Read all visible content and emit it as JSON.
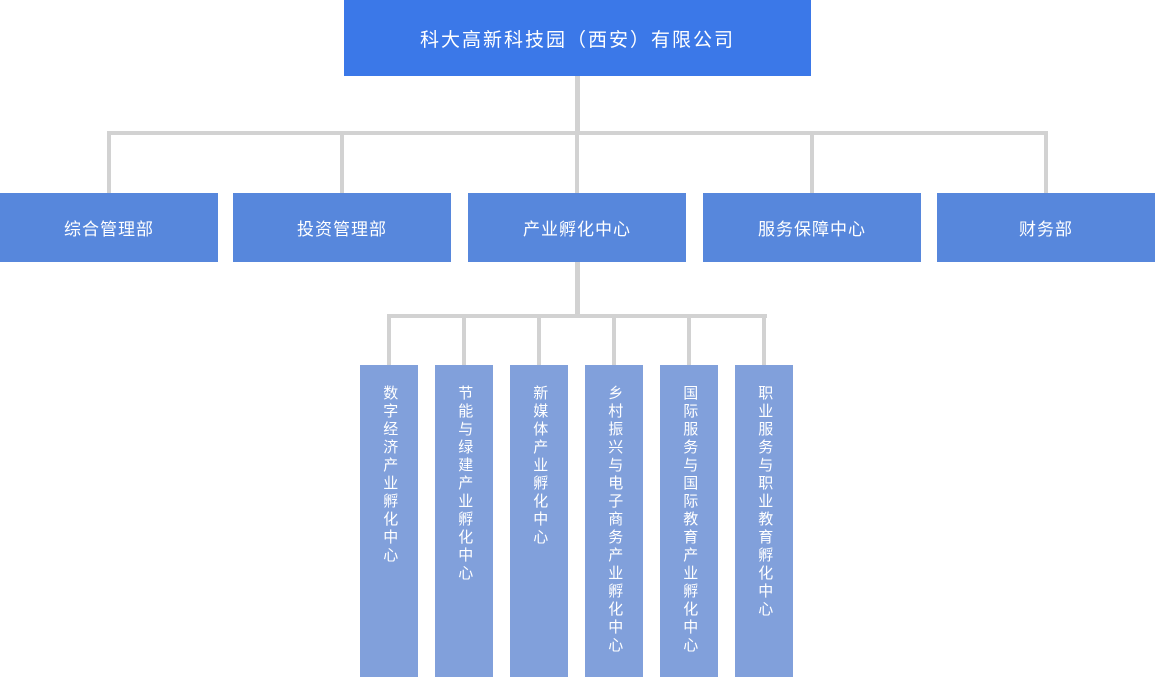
{
  "org": {
    "root_label": "科大高新科技园（西安）有限公司",
    "departments": [
      {
        "label": "综合管理部"
      },
      {
        "label": "投资管理部"
      },
      {
        "label": "产业孵化中心"
      },
      {
        "label": "服务保障中心"
      },
      {
        "label": "财务部"
      }
    ],
    "incubators": [
      {
        "label": "数字经济产业孵化中心"
      },
      {
        "label": "节能与绿建产业孵化中心"
      },
      {
        "label": "新媒体产业孵化中心"
      },
      {
        "label": "乡村振兴与电子商务产业孵化中心"
      },
      {
        "label": "国际服务与国际教育产业孵化中心"
      },
      {
        "label": "职业服务与职业教育孵化中心"
      }
    ]
  },
  "colors": {
    "root_box": "#3B78E8",
    "department_box": "#5787DC",
    "incubator_box": "#81A0DB",
    "connector_line": "#D2D2D2",
    "text": "#FFFFFF",
    "background": "#FFFFFF"
  }
}
